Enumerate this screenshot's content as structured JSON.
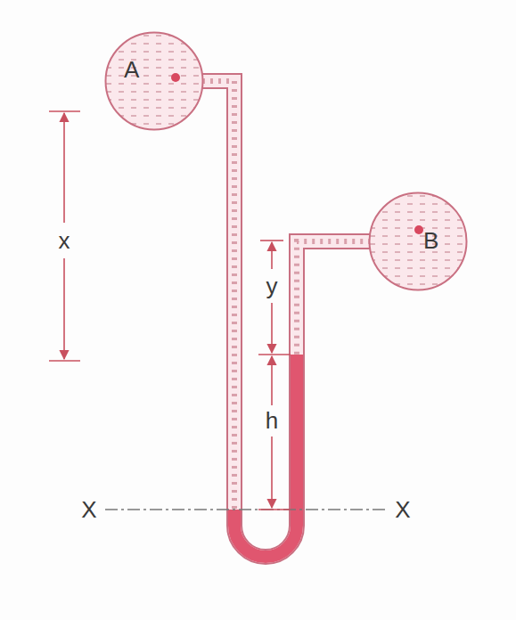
{
  "diagram": {
    "nodes": [
      {
        "text": [
          "A"
        ]
      },
      {
        "text": [
          "B"
        ]
      }
    ],
    "edges": [
      {
        "from": 0,
        "to": 1,
        "arrow": "none"
      }
    ],
    "labels": [
      "x",
      "y",
      "h",
      "X",
      "X"
    ]
  }
}
